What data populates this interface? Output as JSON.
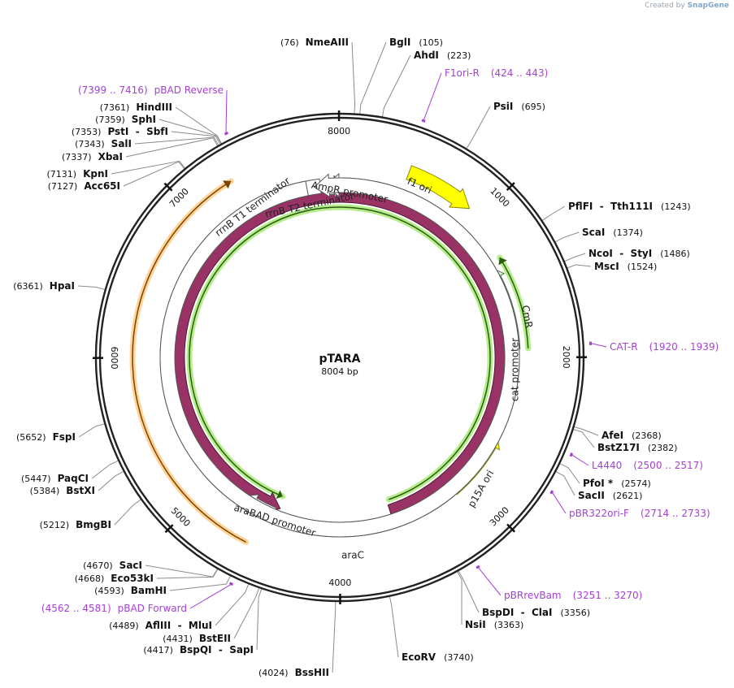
{
  "credit": {
    "prefix": "Created by",
    "brand": "SnapGene"
  },
  "plasmid": {
    "name": "pTARA",
    "size_label": "8004 bp",
    "length": 8004
  },
  "ticks": [
    {
      "pos": 1000,
      "label": "1000"
    },
    {
      "pos": 2000,
      "label": "2000"
    },
    {
      "pos": 3000,
      "label": "3000"
    },
    {
      "pos": 4000,
      "label": "4000"
    },
    {
      "pos": 5000,
      "label": "5000"
    },
    {
      "pos": 6000,
      "label": "6000"
    },
    {
      "pos": 7000,
      "label": "7000"
    },
    {
      "pos": 8000,
      "label": "8000"
    }
  ],
  "features": [
    {
      "id": "f1-ori",
      "label": "f1 ori",
      "start": 456,
      "end": 912,
      "dir": 1,
      "color": "#ffff00",
      "stroke": "#8a8a00",
      "text_color": "#222"
    },
    {
      "id": "cmr",
      "label": "CmR",
      "start": 1940,
      "end": 1290,
      "dir": -1,
      "color": "#ccffcc",
      "stroke": "#556b55",
      "text_color": "#222"
    },
    {
      "id": "cat-promoter",
      "label": "cat promoter",
      "start": 2080,
      "end": 1985,
      "dir": -1,
      "color": "#ffffff",
      "stroke": "#555555",
      "text_color": "#222"
    },
    {
      "id": "p15a-ori",
      "label": "p15A ori",
      "start": 3100,
      "end": 2560,
      "dir": -1,
      "color": "#ffff00",
      "stroke": "#8a8a00",
      "text_color": "#222"
    },
    {
      "id": "arac",
      "label": "araC",
      "start": 3600,
      "end": 4480,
      "dir": -1,
      "color": "#993366",
      "stroke": "#4d1a33",
      "text_color": "#ffffff"
    },
    {
      "id": "arabad-promoter",
      "label": "araBAD promoter",
      "start": 4510,
      "end": 4790,
      "dir": 1,
      "color": "#ffffff",
      "stroke": "#555555",
      "text_color": "#222"
    },
    {
      "id": "ampr-promoter",
      "label": "AmpR promoter",
      "start": 7915,
      "end": 8004,
      "dir": 1,
      "color": "#ffffff",
      "stroke": "#555555",
      "text_color": "#222"
    },
    {
      "id": "rrnb-t2",
      "label": "rrnB T2 terminator",
      "start": 7860,
      "end": 7888,
      "dir": -1,
      "color": "#ffffff",
      "stroke": "#555555",
      "text_color": "#222"
    },
    {
      "id": "rrnb-t1",
      "label": "rrnB T1 terminator",
      "start": 7760,
      "end": 7815,
      "dir": -1,
      "color": "#ffffff",
      "stroke": "#555555",
      "text_color": "#222"
    }
  ],
  "orfs": [
    {
      "id": "orf-cmr",
      "start": 1940,
      "end": 1290,
      "dir": -1,
      "color": "#b5ed8a",
      "line": "#2c5a12"
    },
    {
      "id": "orf-arac",
      "start": 3580,
      "end": 4500,
      "dir": -1,
      "color": "#b5ed8a",
      "line": "#2c5a12"
    },
    {
      "id": "orf-outer",
      "start": 4600,
      "end": 7300,
      "dir": 1,
      "color": "#ffd49a",
      "line": "#7a4300"
    }
  ],
  "sites": [
    {
      "name": "NmeAIII",
      "pos": 76,
      "pos_label": "(76)"
    },
    {
      "name": "BglI",
      "pos": 105,
      "pos_label": "(105)"
    },
    {
      "name": "AhdI",
      "pos": 223,
      "pos_label": "(223)"
    },
    {
      "name": "PsiI",
      "pos": 695,
      "pos_label": "(695)"
    },
    {
      "name": "PflFI  -  Tth111I",
      "pos": 1243,
      "pos_label": "(1243)"
    },
    {
      "name": "ScaI",
      "pos": 1374,
      "pos_label": "(1374)"
    },
    {
      "name": "NcoI  -  StyI",
      "pos": 1486,
      "pos_label": "(1486)"
    },
    {
      "name": "MscI",
      "pos": 1524,
      "pos_label": "(1524)"
    },
    {
      "name": "AfeI",
      "pos": 2368,
      "pos_label": "(2368)"
    },
    {
      "name": "BstZ17I",
      "pos": 2382,
      "pos_label": "(2382)"
    },
    {
      "name": "PfoI *",
      "pos": 2574,
      "pos_label": "(2574)"
    },
    {
      "name": "SacII",
      "pos": 2621,
      "pos_label": "(2621)"
    },
    {
      "name": "BspDI  -  ClaI",
      "pos": 3356,
      "pos_label": "(3356)"
    },
    {
      "name": "NsiI",
      "pos": 3363,
      "pos_label": "(3363)"
    },
    {
      "name": "EcoRV",
      "pos": 3740,
      "pos_label": "(3740)"
    },
    {
      "name": "BssHII",
      "pos": 4024,
      "pos_label": "(4024)"
    },
    {
      "name": "BspQI  -  SapI",
      "pos": 4417,
      "pos_label": "(4417)"
    },
    {
      "name": "BstEII",
      "pos": 4431,
      "pos_label": "(4431)"
    },
    {
      "name": "AflIII  -  MluI",
      "pos": 4489,
      "pos_label": "(4489)"
    },
    {
      "name": "BamHI",
      "pos": 4593,
      "pos_label": "(4593)"
    },
    {
      "name": "Eco53kI",
      "pos": 4668,
      "pos_label": "(4668)"
    },
    {
      "name": "SacI",
      "pos": 4670,
      "pos_label": "(4670)"
    },
    {
      "name": "BmgBI",
      "pos": 5212,
      "pos_label": "(5212)"
    },
    {
      "name": "BstXI",
      "pos": 5384,
      "pos_label": "(5384)"
    },
    {
      "name": "PaqCI",
      "pos": 5447,
      "pos_label": "(5447)"
    },
    {
      "name": "FspI",
      "pos": 5652,
      "pos_label": "(5652)"
    },
    {
      "name": "HpaI",
      "pos": 6361,
      "pos_label": "(6361)"
    },
    {
      "name": "Acc65I",
      "pos": 7127,
      "pos_label": "(7127)"
    },
    {
      "name": "KpnI",
      "pos": 7131,
      "pos_label": "(7131)"
    },
    {
      "name": "XbaI",
      "pos": 7337,
      "pos_label": "(7337)"
    },
    {
      "name": "SalI",
      "pos": 7343,
      "pos_label": "(7343)"
    },
    {
      "name": "PstI  -  SbfI",
      "pos": 7353,
      "pos_label": "(7353)"
    },
    {
      "name": "SphI",
      "pos": 7359,
      "pos_label": "(7359)"
    },
    {
      "name": "HindIII",
      "pos": 7361,
      "pos_label": "(7361)"
    }
  ],
  "primers": [
    {
      "name": "F1ori-R",
      "pos": 433,
      "range": "(424 .. 443)"
    },
    {
      "name": "CAT-R",
      "pos": 1930,
      "range": "(1920 .. 1939)"
    },
    {
      "name": "L4440",
      "pos": 2508,
      "range": "(2500 .. 2517)"
    },
    {
      "name": "pBR322ori-F",
      "pos": 2723,
      "range": "(2714 .. 2733)"
    },
    {
      "name": "pBRrevBam",
      "pos": 3260,
      "range": "(3251 .. 3270)"
    },
    {
      "name": "pBAD Forward",
      "pos": 4571,
      "range": "(4562 .. 4581)"
    },
    {
      "name": "pBAD Reverse",
      "pos": 7407,
      "range": "(7399 .. 7416)"
    }
  ],
  "colors": {
    "backbone": "#222222",
    "primer": "#a53fd6",
    "leader": "#8c8c8c"
  }
}
